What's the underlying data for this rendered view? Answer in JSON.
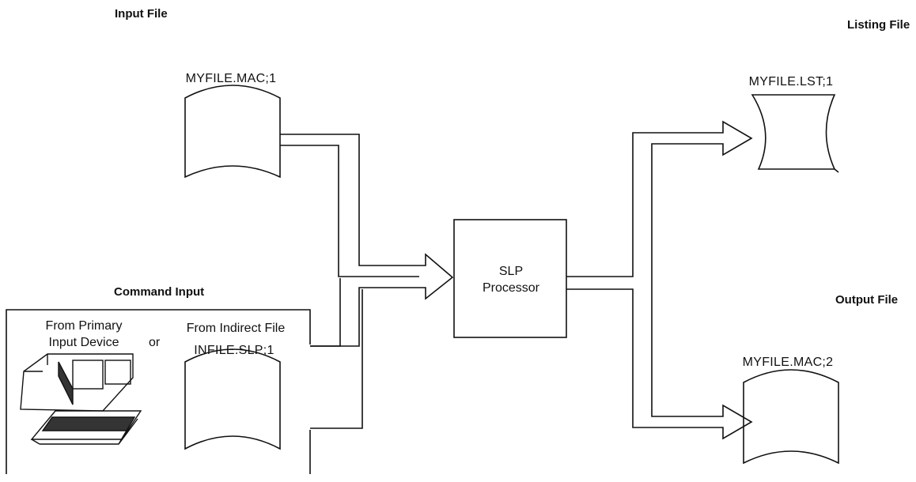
{
  "headings": {
    "input_file": "Input File",
    "listing_file": "Listing File",
    "command_input": "Command Input",
    "output_file": "Output File"
  },
  "files": {
    "input": "MYFILE.MAC;1",
    "listing": "MYFILE.LST;1",
    "output": "MYFILE.MAC;2",
    "indirect": "INFILE.SLP;1"
  },
  "processor": {
    "line1": "SLP",
    "line2": "Processor"
  },
  "command_box": {
    "primary_line1": "From Primary",
    "primary_line2": "Input Device",
    "or": "or",
    "indirect_line1": "From Indirect File"
  },
  "icons": {
    "disk": "disk-cylinder-icon",
    "listing": "printed-listing-icon",
    "terminal": "terminal-icon"
  },
  "colors": {
    "ink": "#111111",
    "background": "#ffffff"
  }
}
